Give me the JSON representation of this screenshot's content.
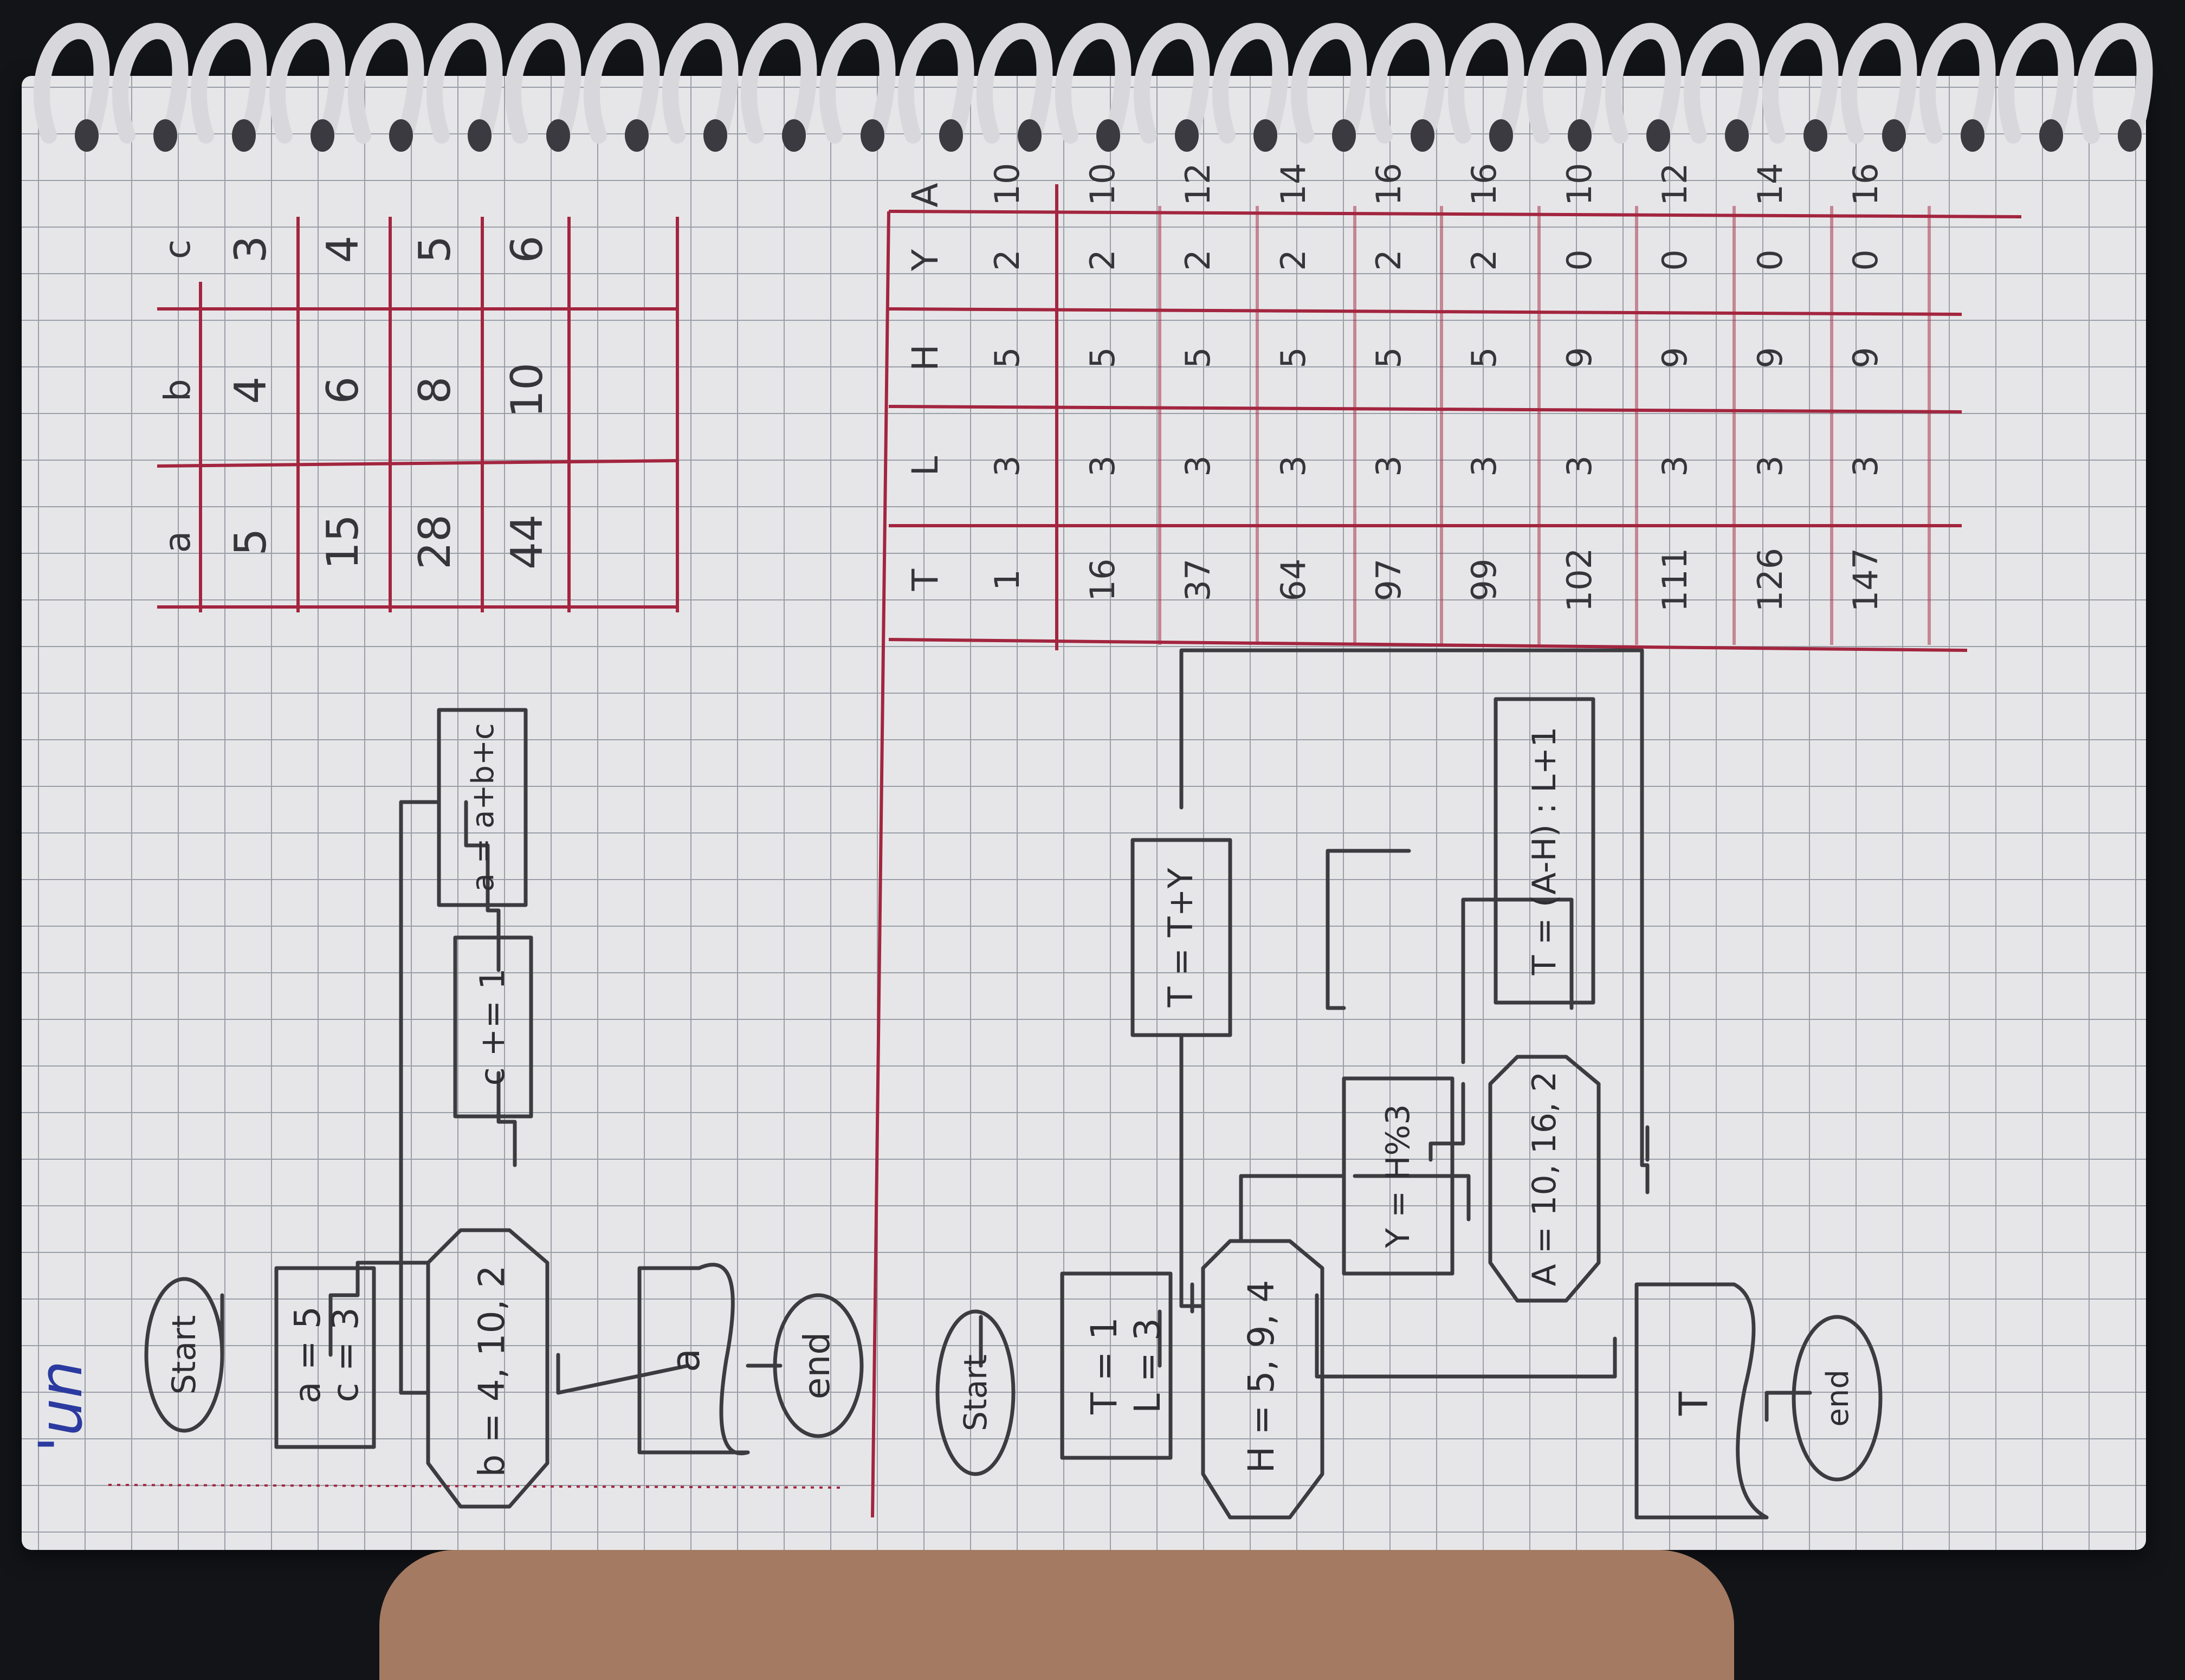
{
  "colors": {
    "ink": "#3c3c40",
    "red_lines": "#a3253f",
    "paper": "#e6e6e8",
    "blue_mark": "#2b3aa0"
  },
  "margin_mark": "'un",
  "chart1": {
    "start": "Start",
    "init": [
      "a = 5",
      "c = 3"
    ],
    "loop": "b = 4, 10, 2",
    "step_c": "c += 1",
    "assign_a": "a = a+b+c",
    "output": "a",
    "end": "end"
  },
  "table1": {
    "headers": [
      "a",
      "b",
      "c"
    ],
    "rows": [
      [
        "5",
        "4",
        "3"
      ],
      [
        "15",
        "6",
        "4"
      ],
      [
        "28",
        "8",
        "5"
      ],
      [
        "44",
        "10",
        "6"
      ]
    ]
  },
  "chart2": {
    "start": "Start",
    "init": [
      "T = 1",
      "L = 3"
    ],
    "loop_h": "H = 5, 9, 4",
    "assign_y": "Y = H%3",
    "loop_a": "A = 10, 16, 2",
    "assign_t_inner": "T = (A-H) : L+1",
    "assign_t_outer": "T = T+Y",
    "output": "T",
    "end": "end"
  },
  "table2": {
    "headers": [
      "T",
      "L",
      "H",
      "Y",
      "A"
    ],
    "rows": [
      [
        "1",
        "3",
        "5",
        "2",
        "10"
      ],
      [
        "16",
        "3",
        "5",
        "2",
        "10"
      ],
      [
        "37",
        "3",
        "5",
        "2",
        "12"
      ],
      [
        "64",
        "3",
        "5",
        "2",
        "14"
      ],
      [
        "97",
        "3",
        "5",
        "2",
        "16"
      ],
      [
        "99",
        "3",
        "5",
        "2",
        "16"
      ],
      [
        "102",
        "3",
        "9",
        "0",
        "10"
      ],
      [
        "111",
        "3",
        "9",
        "0",
        "12"
      ],
      [
        "126",
        "3",
        "9",
        "0",
        "14"
      ],
      [
        "147",
        "3",
        "9",
        "0",
        "16"
      ]
    ]
  }
}
